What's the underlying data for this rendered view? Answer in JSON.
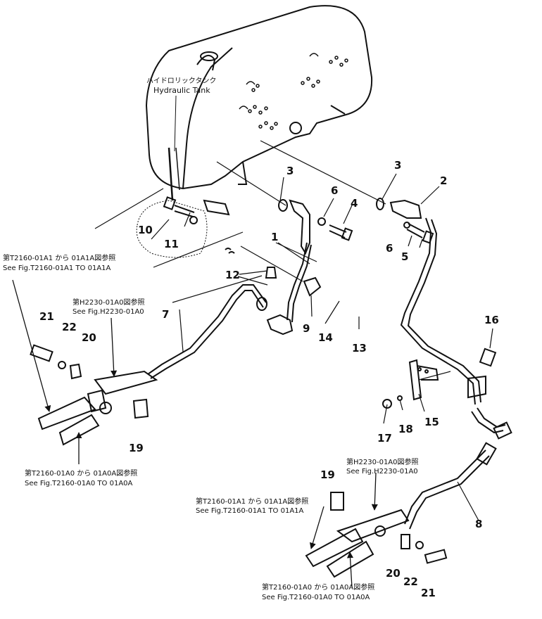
{
  "tank": {
    "label_jp": "ハイドロリックタンク",
    "label_en": "Hydraulic Tank"
  },
  "part_numbers": [
    "1",
    "2",
    "3",
    "3",
    "4",
    "5",
    "6",
    "6",
    "7",
    "8",
    "9",
    "10",
    "11",
    "12",
    "13",
    "14",
    "15",
    "16",
    "17",
    "18",
    "19",
    "19",
    "20",
    "20",
    "21",
    "21",
    "22",
    "22"
  ],
  "references": [
    {
      "jp": "第T2160-01A1 から 01A1A図参照",
      "en": "See Fig.T2160-01A1 TO 01A1A"
    },
    {
      "jp": "第H2230-01A0図参照",
      "en": "See Fig.H2230-01A0"
    },
    {
      "jp": "第T2160-01A0 から 01A0A図参照",
      "en": "See Fig.T2160-01A0 TO 01A0A"
    },
    {
      "jp": "第H2230-01A0図参照",
      "en": "See Fig.H2230-01A0"
    },
    {
      "jp": "第T2160-01A1 から 01A1A図参照",
      "en": "See Fig.T2160-01A1 TO 01A1A"
    },
    {
      "jp": "第T2160-01A0 から 01A0A図参照",
      "en": "See Fig.T2160-01A0 TO 01A0A"
    }
  ]
}
